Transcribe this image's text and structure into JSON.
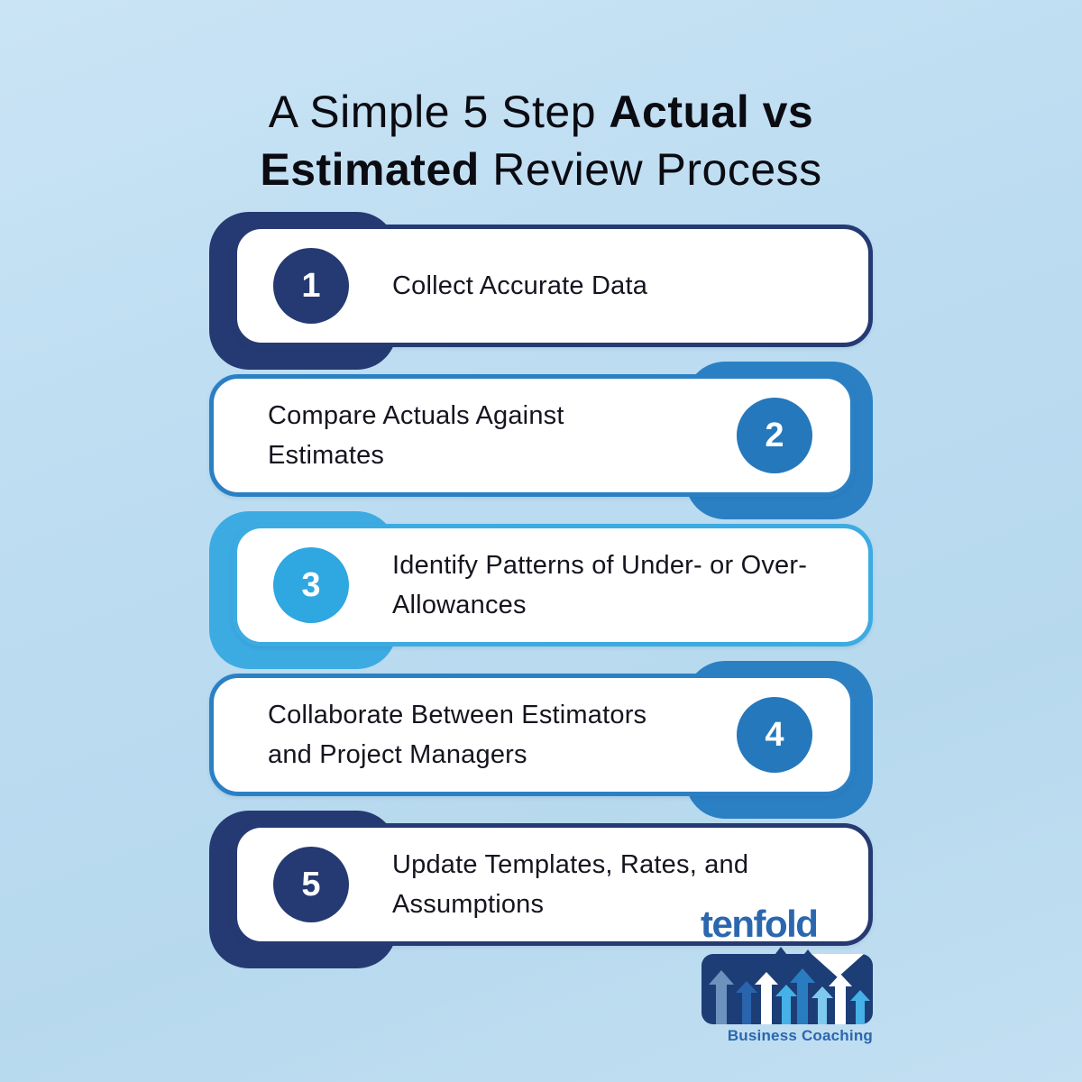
{
  "title": {
    "line1_regular": "A Simple 5 Step ",
    "line1_bold": "Actual vs",
    "line2_bold": "Estimated",
    "line2_regular": " Review Process"
  },
  "steps": [
    {
      "num": "1",
      "label": "Collect Accurate Data",
      "color": "#253a72"
    },
    {
      "num": "2",
      "label": "Compare Actuals Against Estimates",
      "color": "#2478bb"
    },
    {
      "num": "3",
      "label": "Identify Patterns of Under- or Over-Allowances",
      "color": "#2fa7e0"
    },
    {
      "num": "4",
      "label": "Collaborate Between Estimators and Project Managers",
      "color": "#2478bb"
    },
    {
      "num": "5",
      "label": "Update Templates, Rates, and Assumptions",
      "color": "#253a72"
    }
  ],
  "logo": {
    "brand": "tenfold",
    "tagline": "Business Coaching",
    "brand_color": "#2b67ae",
    "box_color": "#1d3d77"
  },
  "colors": {
    "background": "#bcdcf1",
    "navy": "#253a72",
    "blue": "#2478bb",
    "sky": "#2fa7e0",
    "card_bg": "#ffffff",
    "title_text": "#0b0b12",
    "step_text": "#15151f"
  }
}
